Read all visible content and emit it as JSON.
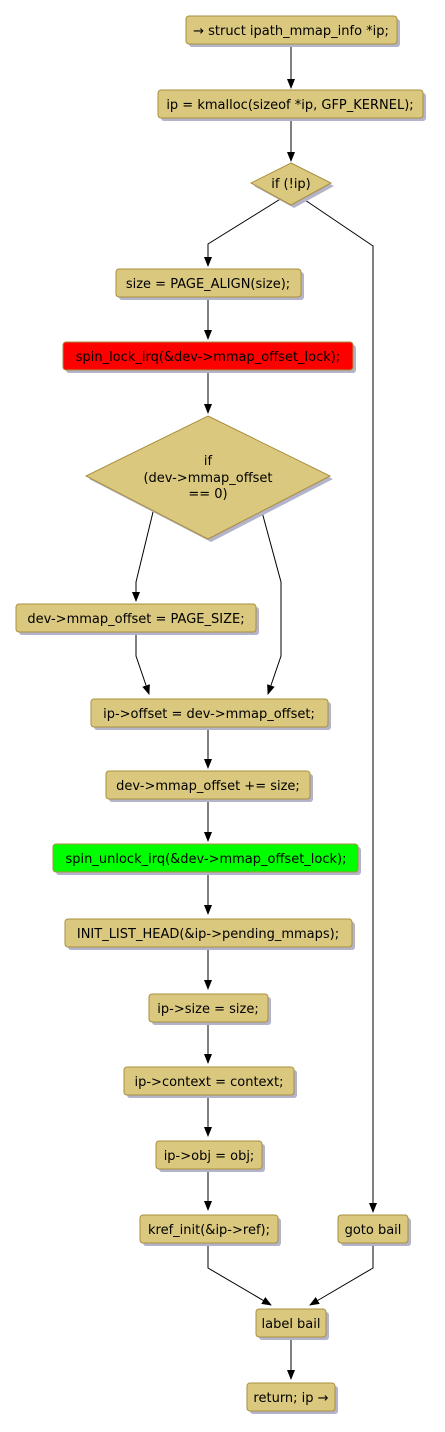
{
  "colors": {
    "node_fill": "#DAC87E",
    "node_stroke": "#A98F3F",
    "shadow": "#B3B3C9",
    "edge": "#000000",
    "lock_fill": "#FF0000",
    "unlock_fill": "#00FF00"
  },
  "nodes": {
    "start": "→ struct ipath_mmap_info *ip;",
    "kmalloc": "ip = kmalloc(sizeof *ip, GFP_KERNEL);",
    "if_ip": "if (!ip)",
    "page_align": "size = PAGE_ALIGN(size);",
    "spin_lock": "spin_lock_irq(&dev->mmap_offset_lock);",
    "if_offset_line1": "if",
    "if_offset_line2": "(dev->mmap_offset",
    "if_offset_line3": "== 0)",
    "set_page_size": "dev->mmap_offset = PAGE_SIZE;",
    "ip_offset": "ip->offset = dev->mmap_offset;",
    "offset_add": "dev->mmap_offset += size;",
    "spin_unlock": "spin_unlock_irq(&dev->mmap_offset_lock);",
    "init_list": "INIT_LIST_HEAD(&ip->pending_mmaps);",
    "ip_size": "ip->size = size;",
    "ip_context": "ip->context = context;",
    "ip_obj": "ip->obj = obj;",
    "kref_init": "kref_init(&ip->ref);",
    "goto_bail": "goto bail",
    "label_bail": "label bail",
    "return": "return; ip →"
  }
}
